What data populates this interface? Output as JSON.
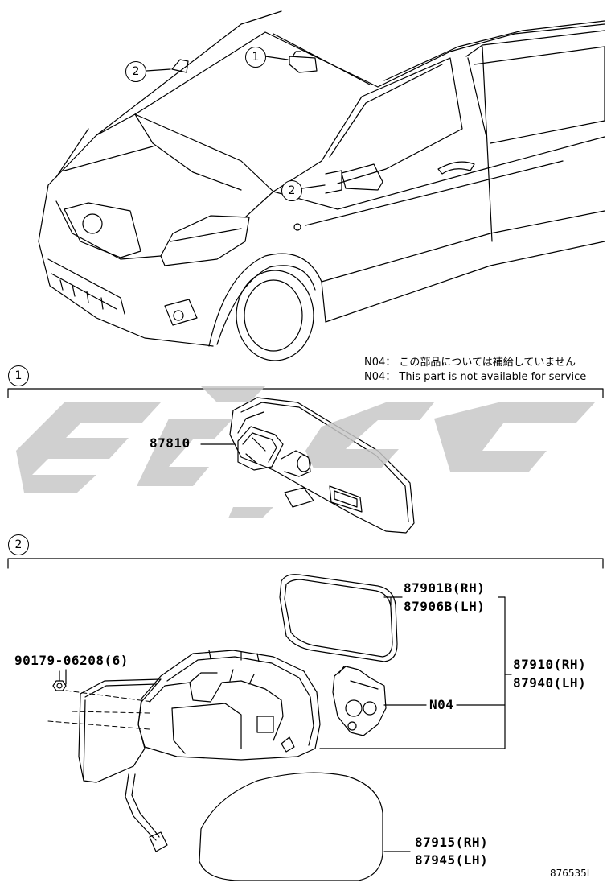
{
  "callouts": {
    "one": "1",
    "two": "2"
  },
  "notes": {
    "line_jp": "N04： この部品については補給していません",
    "line_en": "N04： This part is not available for service"
  },
  "section1": {
    "label": "1",
    "part": "87810"
  },
  "section2": {
    "label": "2",
    "mirror_glass_rh": "87901B(RH)",
    "mirror_glass_lh": "87906B(LH)",
    "bolt": "90179-06208(6)",
    "assy_rh": "87910(RH)",
    "assy_lh": "87940(LH)",
    "motor_note": "N04",
    "cover_rh": "87915(RH)",
    "cover_lh": "87945(LH)"
  },
  "figure_code": "876535I",
  "colors": {
    "line": "#000000",
    "watermark": "#c8c8c8"
  }
}
